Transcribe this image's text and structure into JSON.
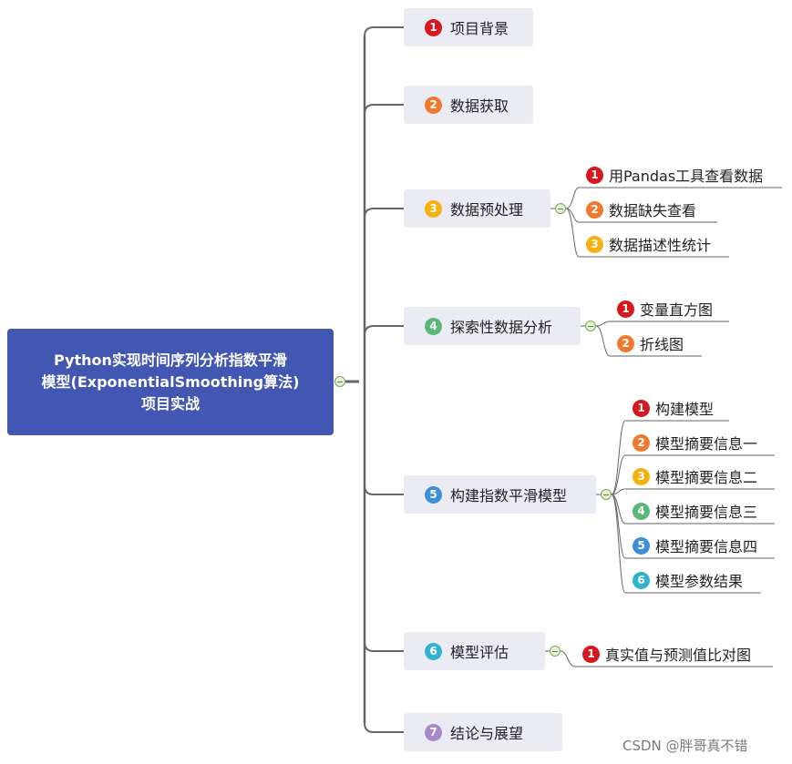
{
  "root": {
    "lines": [
      "Python实现时间序列分析指数平滑",
      "模型(ExponentialSmoothing算法)",
      "项目实战"
    ]
  },
  "colors": {
    "red": "#d7161e",
    "orange": "#f0792d",
    "yellow": "#f5b10e",
    "green": "#5cb87a",
    "blue": "#3d8fd6",
    "cyan": "#2fb3cf",
    "purple": "#a889c8"
  },
  "branches": [
    {
      "num": "1",
      "label": "项目背景",
      "color": "red",
      "children": []
    },
    {
      "num": "2",
      "label": "数据获取",
      "color": "orange",
      "children": []
    },
    {
      "num": "3",
      "label": "数据预处理",
      "color": "yellow",
      "children": [
        {
          "num": "1",
          "label": "用Pandas工具查看数据",
          "color": "red"
        },
        {
          "num": "2",
          "label": "数据缺失查看",
          "color": "orange"
        },
        {
          "num": "3",
          "label": "数据描述性统计",
          "color": "yellow"
        }
      ]
    },
    {
      "num": "4",
      "label": "探索性数据分析",
      "color": "green",
      "children": [
        {
          "num": "1",
          "label": "变量直方图",
          "color": "red"
        },
        {
          "num": "2",
          "label": "折线图",
          "color": "orange"
        }
      ]
    },
    {
      "num": "5",
      "label": "构建指数平滑模型",
      "color": "blue",
      "children": [
        {
          "num": "1",
          "label": "构建模型",
          "color": "red"
        },
        {
          "num": "2",
          "label": "模型摘要信息一",
          "color": "orange"
        },
        {
          "num": "3",
          "label": "模型摘要信息二",
          "color": "yellow"
        },
        {
          "num": "4",
          "label": "模型摘要信息三",
          "color": "green"
        },
        {
          "num": "5",
          "label": "模型摘要信息四",
          "color": "blue"
        },
        {
          "num": "6",
          "label": "模型参数结果",
          "color": "cyan"
        }
      ]
    },
    {
      "num": "6",
      "label": "模型评估",
      "color": "cyan",
      "children": [
        {
          "num": "1",
          "label": "真实值与预测值比对图",
          "color": "red"
        }
      ]
    },
    {
      "num": "7",
      "label": "结论与展望",
      "color": "purple",
      "children": []
    }
  ],
  "watermark": "CSDN @胖哥真不错"
}
